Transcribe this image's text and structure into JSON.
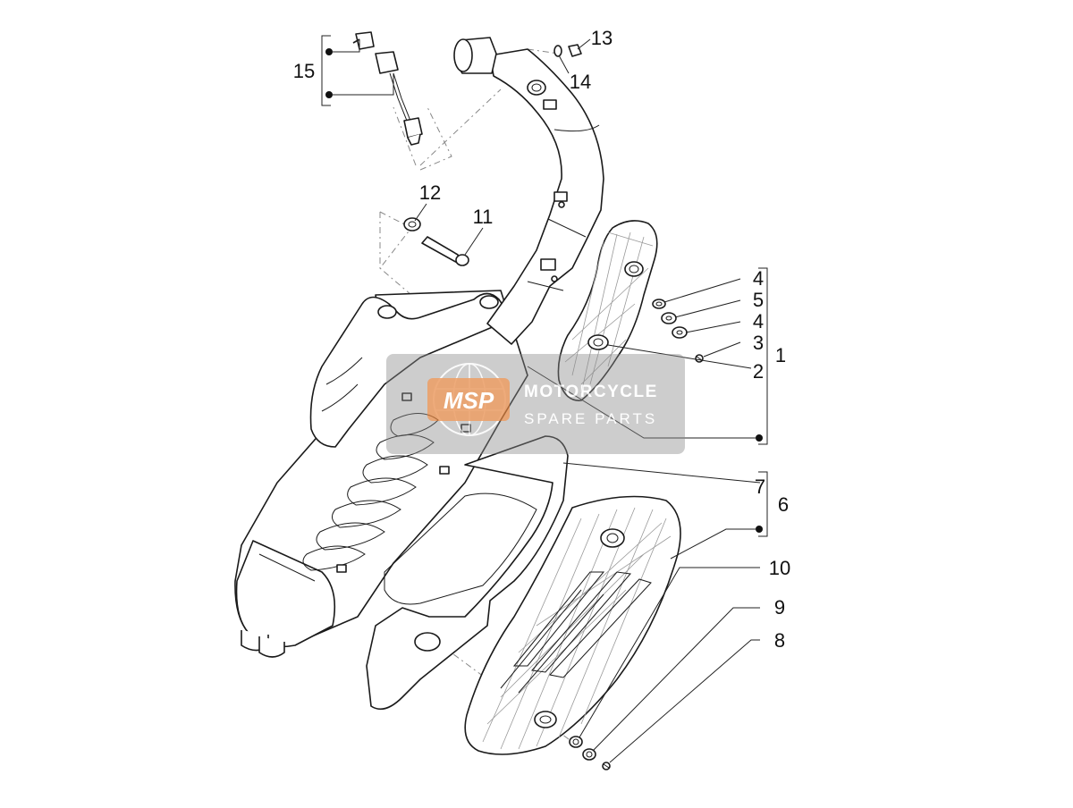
{
  "watermark": {
    "line1": "MOTORCYCLE",
    "line2": "SPARE PARTS",
    "badge": "MSP",
    "accent": "#e8833a"
  },
  "callouts": [
    "15",
    "13",
    "14",
    "12",
    "11",
    "4",
    "5",
    "4",
    "3",
    "2",
    "1",
    "7",
    "6",
    "10",
    "9",
    "8"
  ]
}
